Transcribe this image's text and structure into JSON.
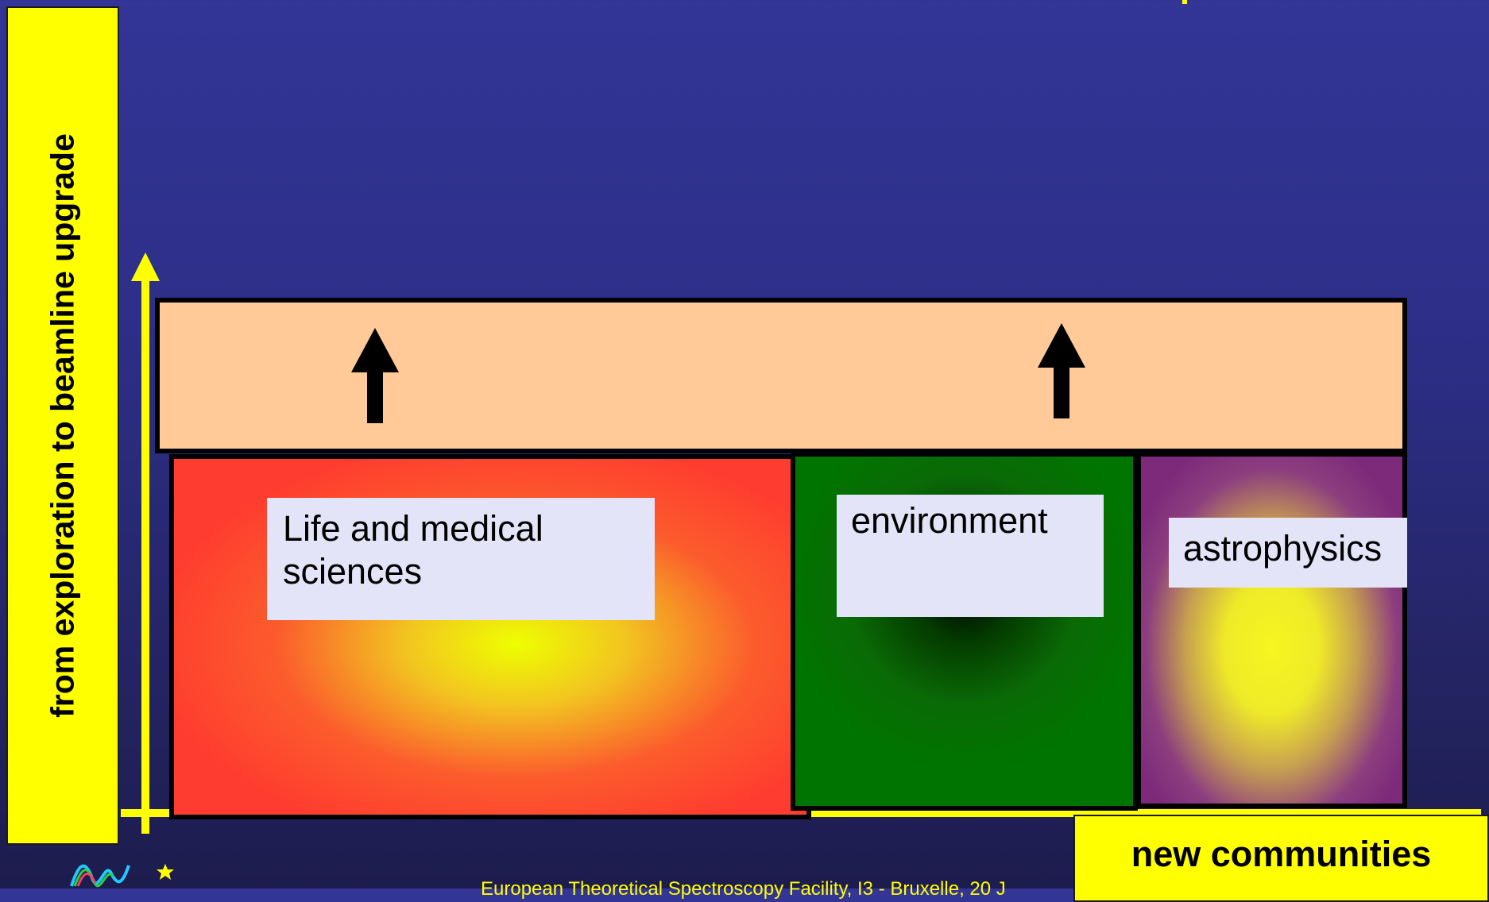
{
  "axis": {
    "y_label": "from exploration to beamline upgrade"
  },
  "regions": [
    {
      "label_line1": "Life and medical",
      "label_line2": "sciences"
    },
    {
      "label_line1": "environment"
    },
    {
      "label_line1": "astrophysics"
    }
  ],
  "x_box": {
    "label": "new communities"
  },
  "footer": {
    "text": "European Theoretical Spectroscopy Facility, I3 - Bruxelle, 20 J"
  },
  "colors": {
    "background": "#2c2e86",
    "highlight": "#ffff00",
    "band": "#ffca98",
    "life": "#ff3c2f",
    "environment": "#007400",
    "astrophysics": "#7d2a7b",
    "label_bg": "#e4e4f8"
  },
  "icons": [
    "up-arrow-icon",
    "logo-icon"
  ]
}
